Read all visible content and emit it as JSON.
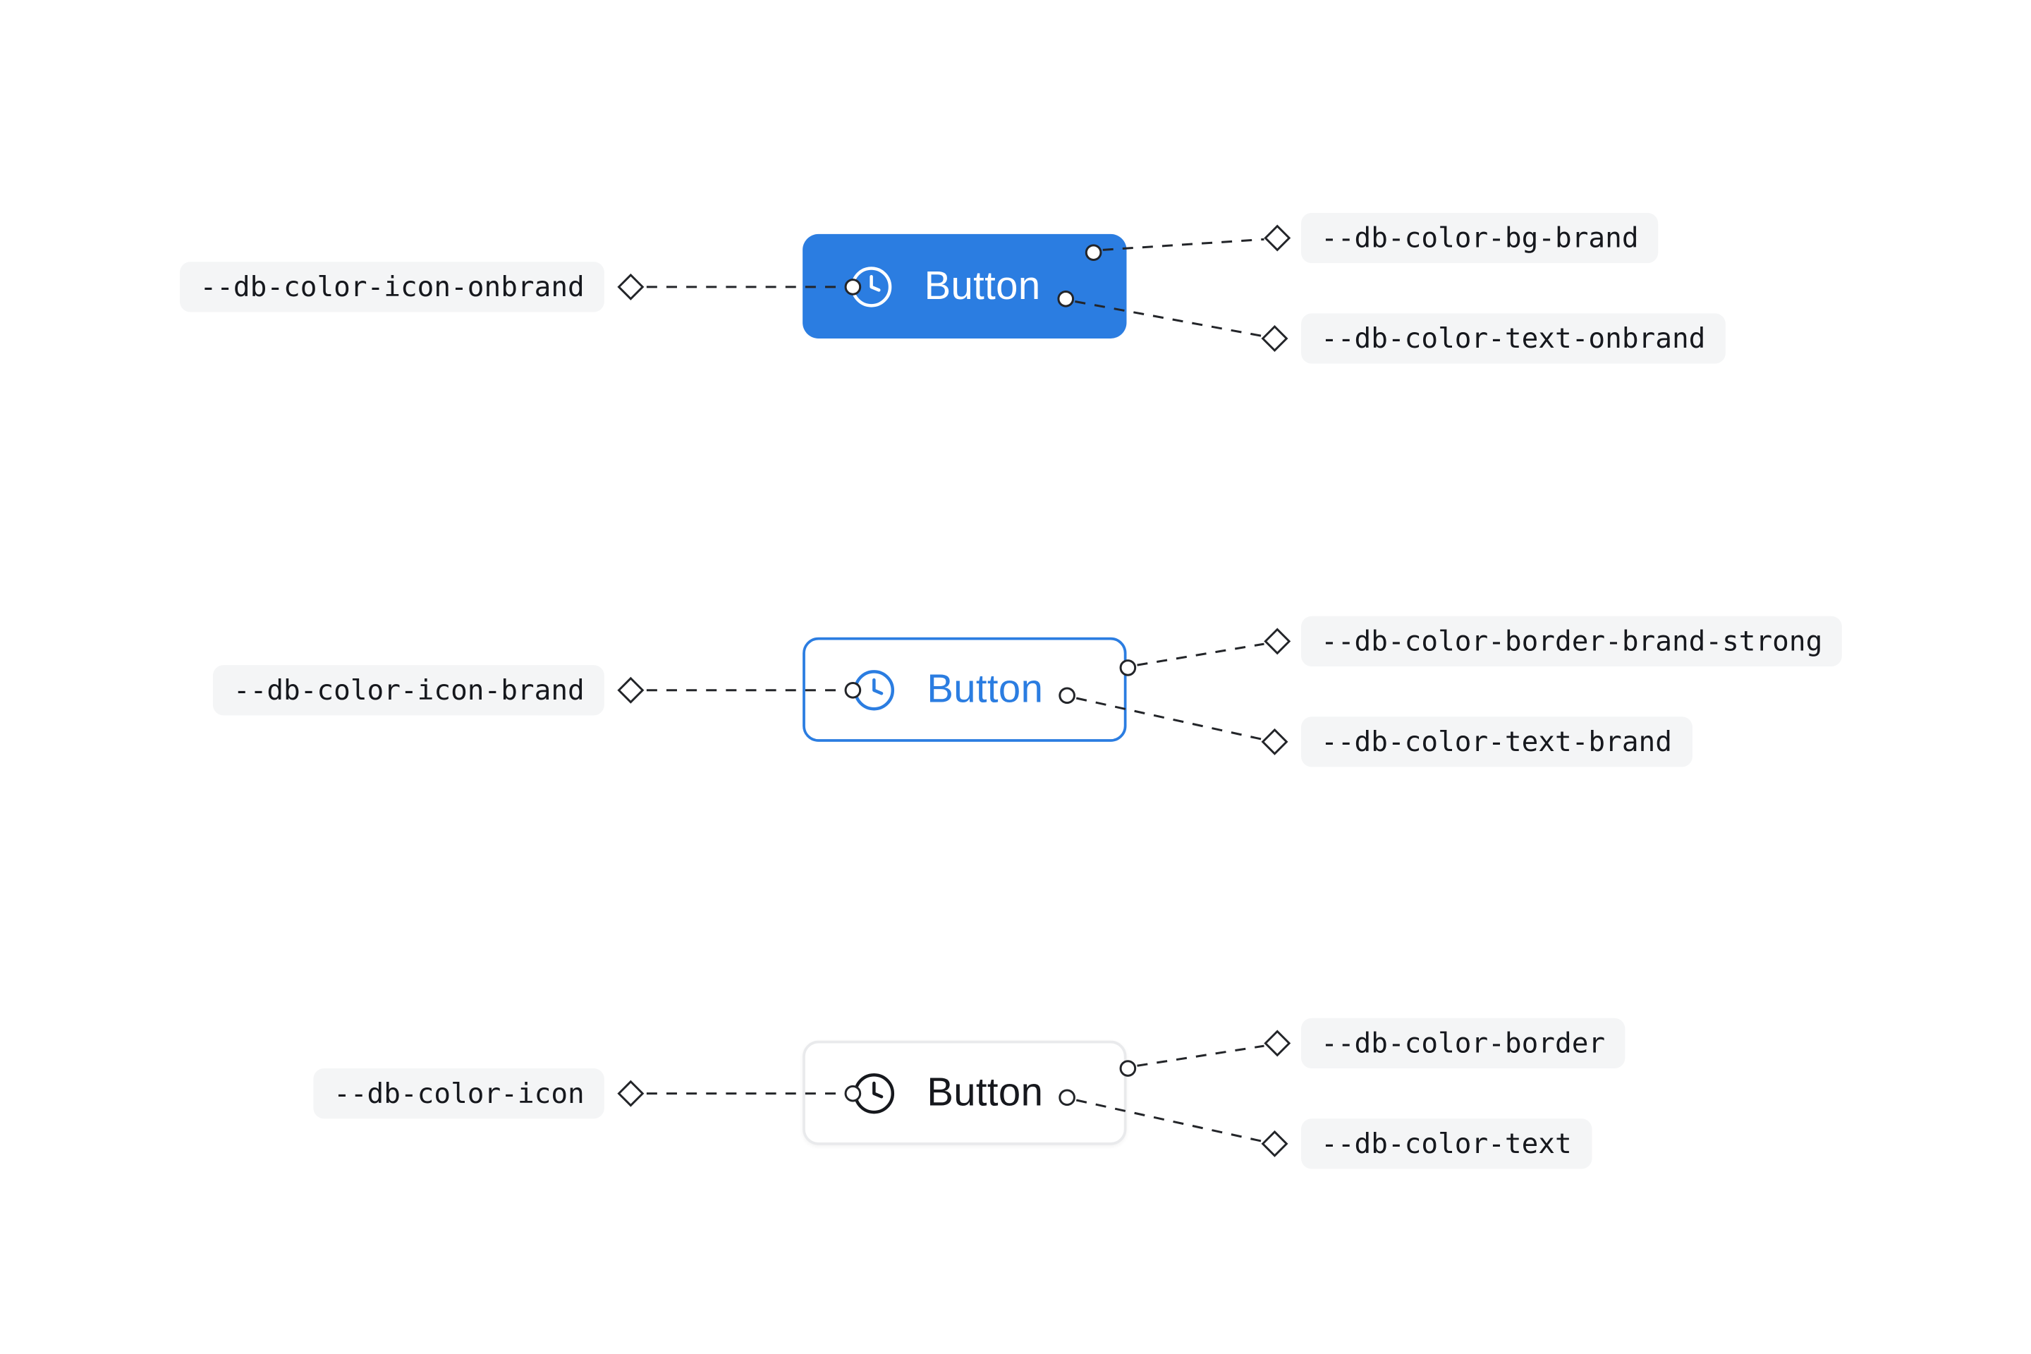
{
  "diagram": {
    "title": "button-color-token-mapping",
    "rows": [
      {
        "variant": "primary",
        "left_token": "--db-color-icon-onbrand",
        "button_label": "Button",
        "right_tokens": [
          "--db-color-bg-brand",
          "--db-color-text-onbrand"
        ]
      },
      {
        "variant": "secondary",
        "left_token": "--db-color-icon-brand",
        "button_label": "Button",
        "right_tokens": [
          "--db-color-border-brand-strong",
          "--db-color-text-brand"
        ]
      },
      {
        "variant": "tertiary",
        "left_token": "--db-color-icon",
        "button_label": "Button",
        "right_tokens": [
          "--db-color-border",
          "--db-color-text"
        ]
      }
    ],
    "icon": "clock",
    "colors": {
      "brand": "#2b7de1",
      "label-bg": "#f4f5f6",
      "connector": "#232529",
      "text-default": "#16181d",
      "border-default": "#e9eaec",
      "canvas-bg": "#ffffff"
    }
  }
}
